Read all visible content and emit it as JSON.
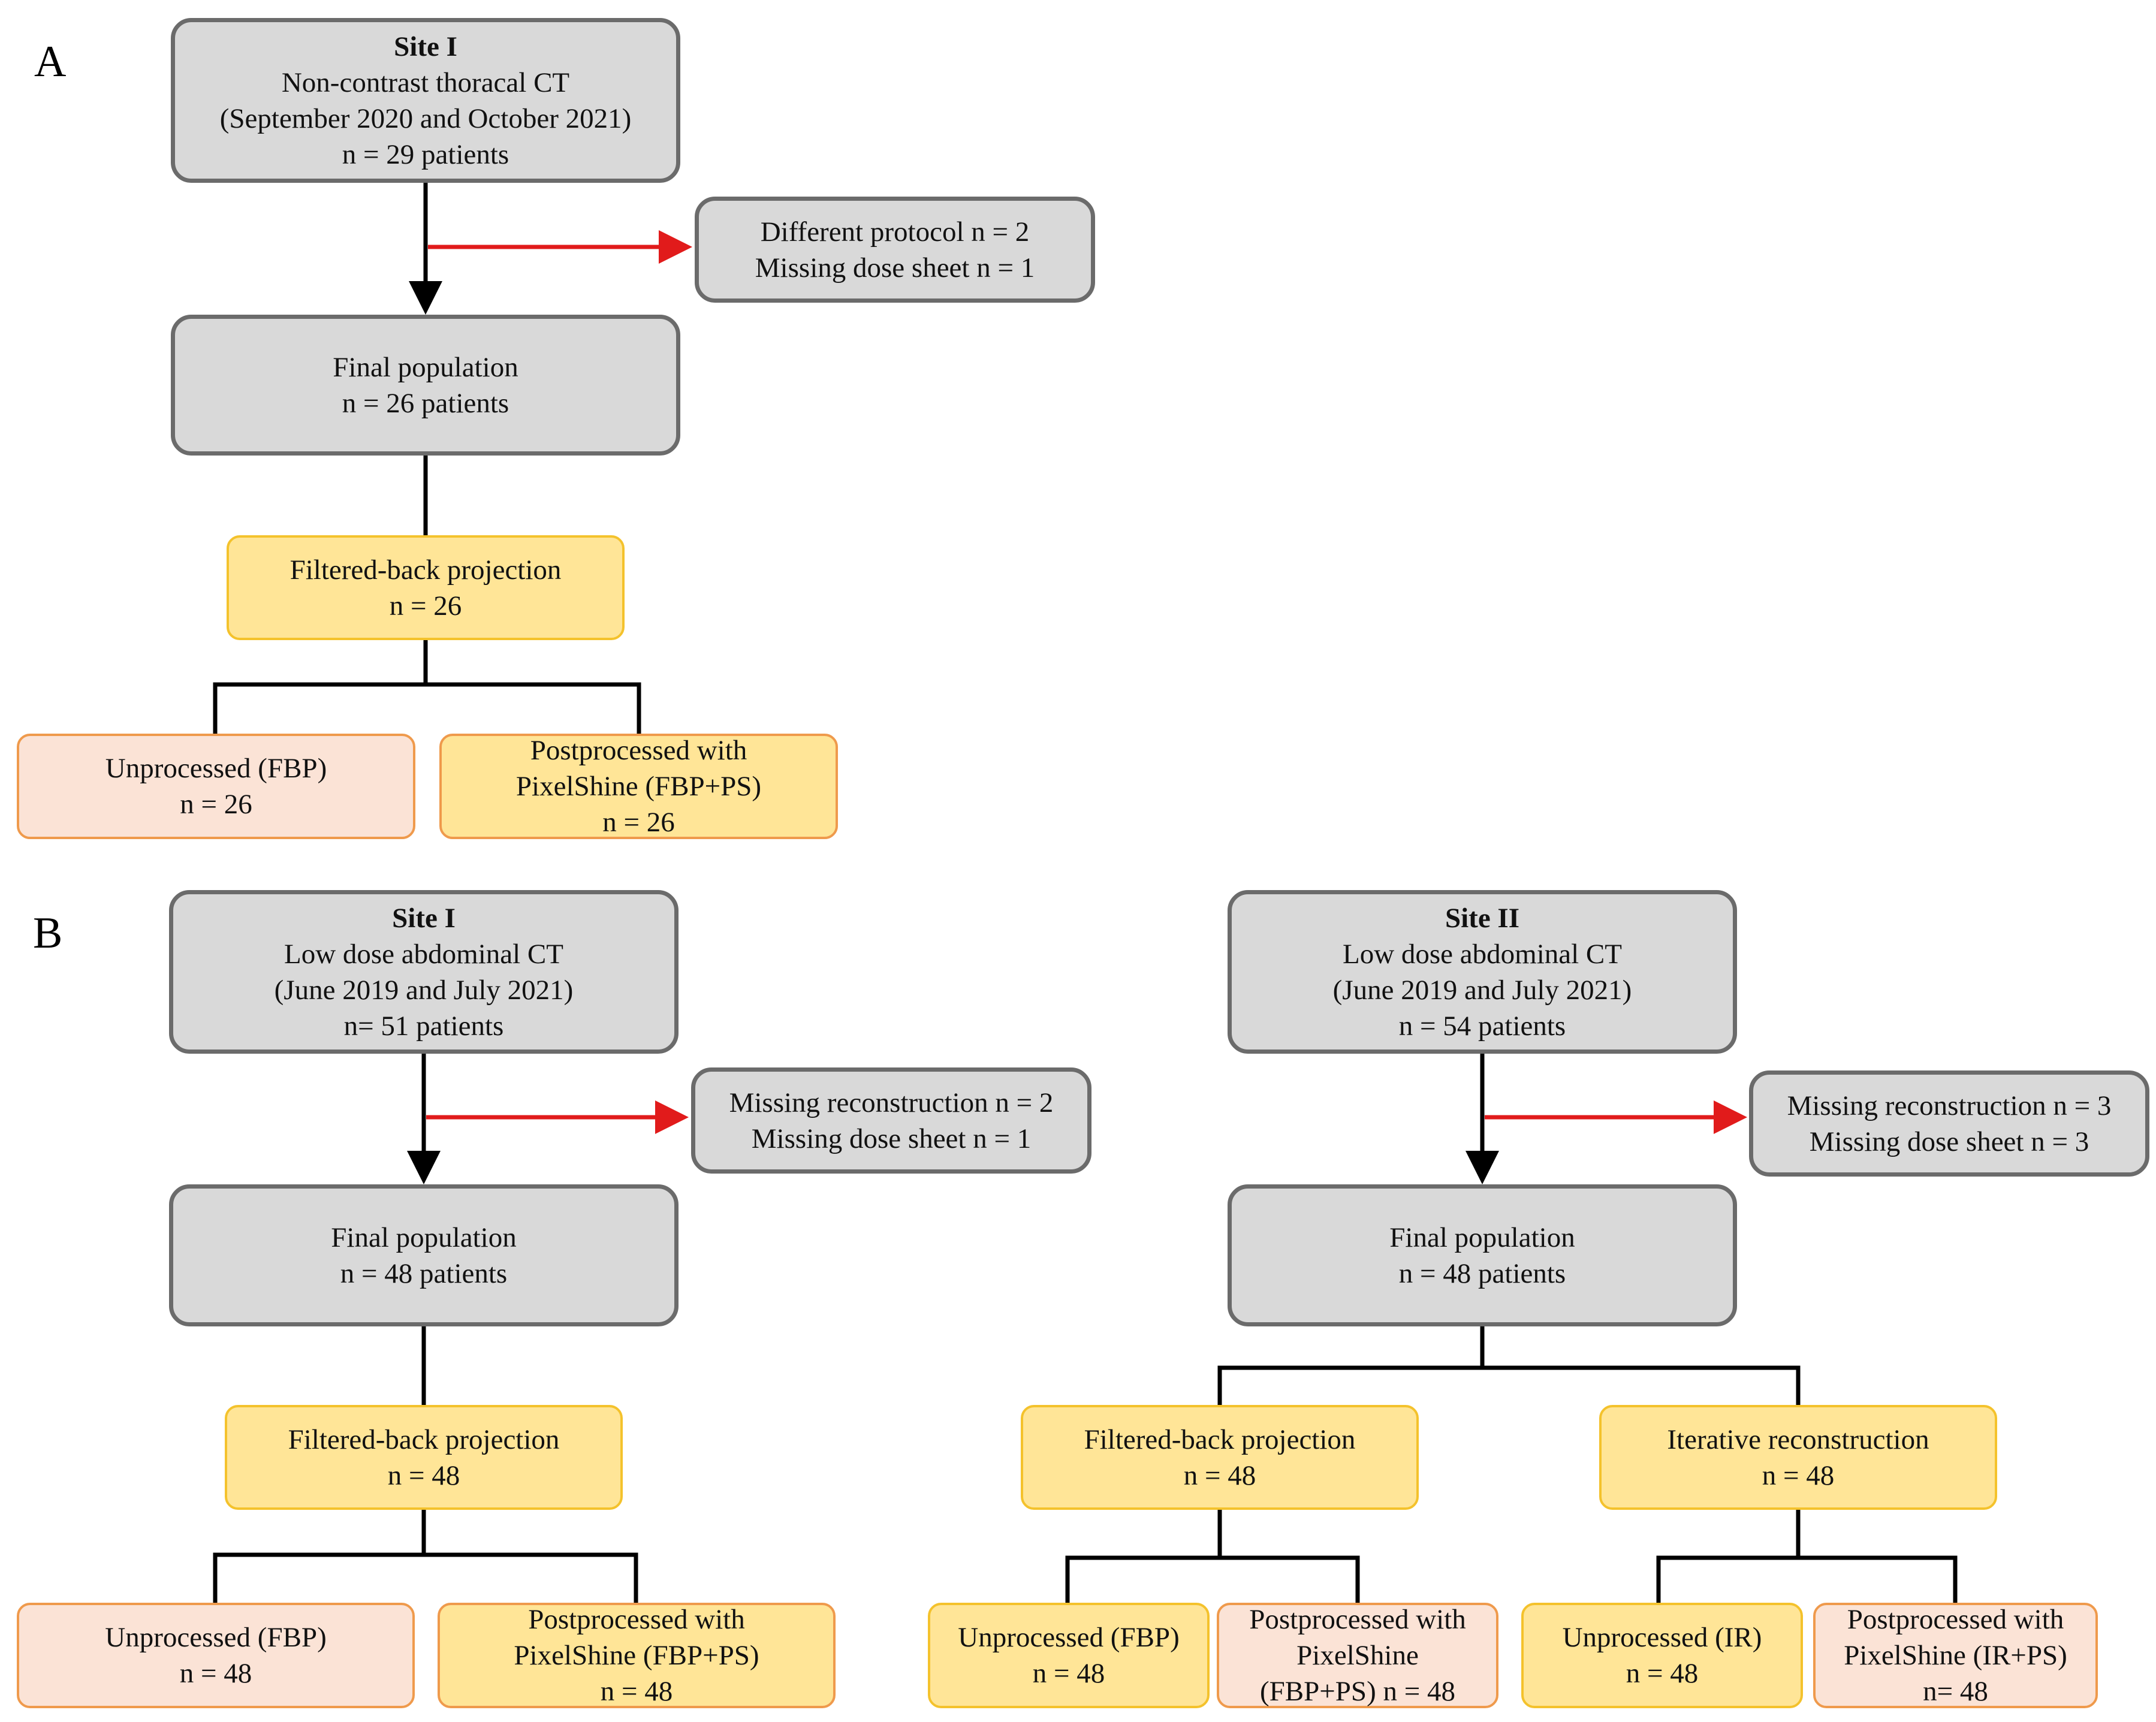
{
  "panels": {
    "a": {
      "label": "A",
      "site_title": "Site I",
      "site_lines": [
        "Non-contrast thoracal CT",
        "(September 2020 and October 2021)",
        "n = 29 patients"
      ],
      "exclusion_lines": [
        "Different protocol n = 2",
        "Missing dose sheet n = 1"
      ],
      "final_lines": [
        "Final population",
        "n = 26 patients"
      ],
      "recon_lines": [
        "Filtered-back projection",
        "n = 26"
      ],
      "unproc_lines": [
        "Unprocessed (FBP)",
        "n = 26"
      ],
      "post_lines": [
        "Postprocessed with",
        "PixelShine (FBP+PS)",
        "n = 26"
      ]
    },
    "b1": {
      "label": "B",
      "site_title": "Site I",
      "site_lines": [
        "Low dose abdominal CT",
        "(June 2019 and July 2021)",
        "n= 51 patients"
      ],
      "exclusion_lines": [
        "Missing reconstruction n = 2",
        "Missing dose sheet n = 1"
      ],
      "final_lines": [
        "Final population",
        "n = 48 patients"
      ],
      "recon_lines": [
        "Filtered-back projection",
        "n = 48"
      ],
      "unproc_lines": [
        "Unprocessed (FBP)",
        "n = 48"
      ],
      "post_lines": [
        "Postprocessed with",
        "PixelShine (FBP+PS)",
        "n = 48"
      ]
    },
    "b2": {
      "site_title": "Site II",
      "site_lines": [
        "Low dose abdominal CT",
        "(June 2019 and July 2021)",
        "n = 54 patients"
      ],
      "exclusion_lines": [
        "Missing reconstruction n = 3",
        "Missing dose sheet n = 3"
      ],
      "final_lines": [
        "Final population",
        "n = 48 patients"
      ],
      "fbp_lines": [
        "Filtered-back projection",
        "n = 48"
      ],
      "ir_lines": [
        "Iterative reconstruction",
        "n = 48"
      ],
      "fbp_unproc_lines": [
        "Unprocessed (FBP)",
        "n = 48"
      ],
      "fbp_post_lines": [
        "Postprocessed with",
        "PixelShine",
        "(FBP+PS) n = 48"
      ],
      "ir_unproc_lines": [
        "Unprocessed (IR)",
        "n = 48"
      ],
      "ir_post_lines": [
        "Postprocessed with",
        "PixelShine (IR+PS)",
        "n= 48"
      ]
    }
  },
  "colors": {
    "connector": "#000000",
    "exclusion_arrow": "#e11b1b",
    "gray_fill": "#d9d9d9",
    "gray_border": "#6b6b6b",
    "yellow_fill": "#ffe597",
    "yellow_border": "#f4c22c",
    "peach_fill": "#fbe3d6",
    "orange_border": "#ef9a4c"
  }
}
